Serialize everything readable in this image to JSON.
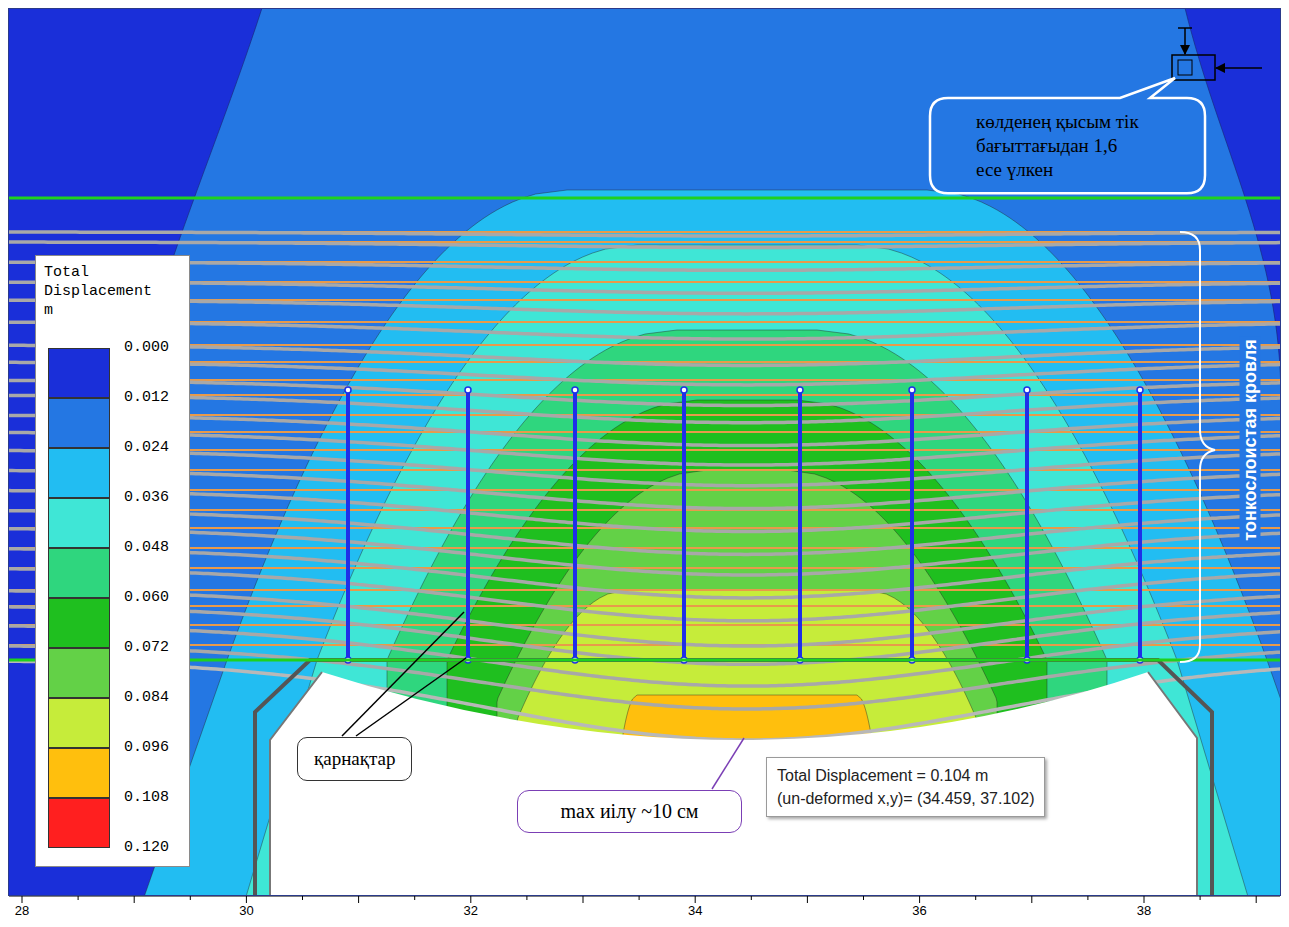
{
  "diagram": {
    "nodes": [
      {
        "text": [
          "көлденең қысым тік бағыттағыдан 1,6 есе үлкен"
        ]
      },
      {
        "text": [
          "қарнақтар"
        ]
      },
      {
        "text": [
          "max иілу ~10 см"
        ]
      },
      {
        "text": [
          "Total Displacement = 0.104 m",
          "(un-deformed x,y)= (34.459, 37.102)"
        ]
      }
    ],
    "labels": [
      "Total Displacement m",
      "0.120",
      "тонкослоистая кровля",
      "28",
      "30",
      "32",
      "34",
      "36",
      "38"
    ],
    "legend": [
      {
        "text": "0.000",
        "color": "#1a2fd9"
      },
      {
        "text": "0.012",
        "color": "#2477e3"
      },
      {
        "text": "0.024",
        "color": "#22bdf2"
      },
      {
        "text": "0.036",
        "color": "#3fe6d6"
      },
      {
        "text": "0.048",
        "color": "#2fd67e"
      },
      {
        "text": "0.060",
        "color": "#1fbf1f"
      },
      {
        "text": "0.072",
        "color": "#63d147"
      },
      {
        "text": "0.084",
        "color": "#c6ec3a"
      },
      {
        "text": "0.096",
        "color": "#ffbf0d"
      },
      {
        "text": "0.108",
        "color": "#ff1f1f"
      }
    ]
  }
}
